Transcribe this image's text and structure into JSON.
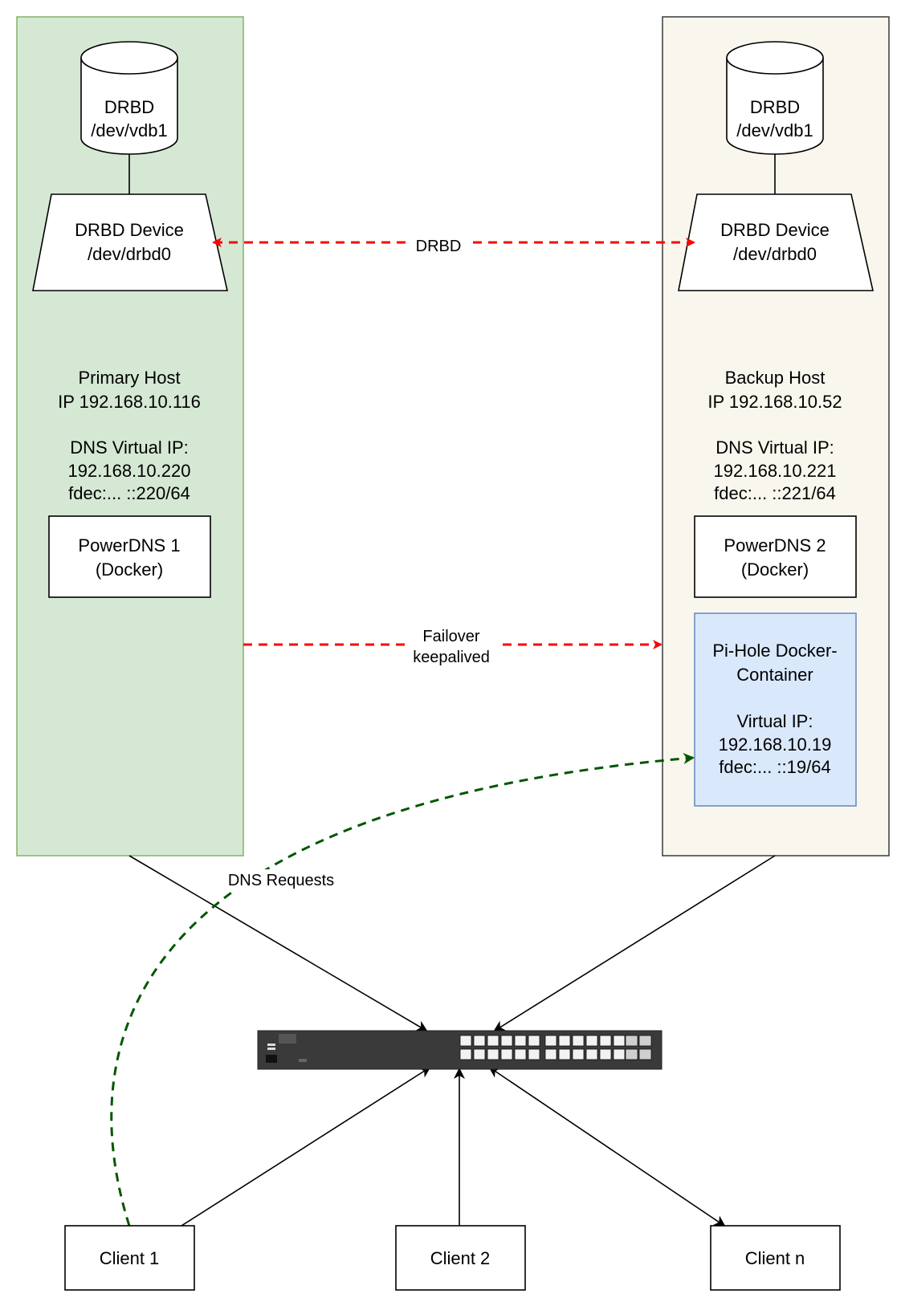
{
  "colors": {
    "primary_fill": "#d5e8d4",
    "primary_stroke": "#82b366",
    "backup_fill": "#f9f7ed",
    "backup_stroke": "#36393d",
    "pihole_fill": "#dae8fc",
    "pihole_stroke": "#6c8ebf",
    "drbd_link": "#ff0000",
    "dns_request_link": "#005700",
    "switch_body": "#3a3a3a"
  },
  "primary": {
    "disk_line1": "DRBD",
    "disk_line2": "/dev/vdb1",
    "device_line1": "DRBD Device",
    "device_line2": "/dev/drbd0",
    "host_name": "Primary Host",
    "host_ip": "IP 192.168.10.116",
    "vip_label": "DNS Virtual IP:",
    "vip_v4": "192.168.10.220",
    "vip_v6": "fdec:... ::220/64",
    "dns_line1": "PowerDNS 1",
    "dns_line2": "(Docker)"
  },
  "backup": {
    "disk_line1": "DRBD",
    "disk_line2": "/dev/vdb1",
    "device_line1": "DRBD Device",
    "device_line2": "/dev/drbd0",
    "host_name": "Backup Host",
    "host_ip": "IP 192.168.10.52",
    "vip_label": "DNS Virtual IP:",
    "vip_v4": "192.168.10.221",
    "vip_v6": "fdec:... ::221/64",
    "dns_line1": "PowerDNS 2",
    "dns_line2": "(Docker)",
    "pihole_line1": "Pi-Hole Docker-",
    "pihole_line2": "Container",
    "pihole_vip_label": "Virtual IP:",
    "pihole_vip_v4": "192.168.10.19",
    "pihole_vip_v6": "fdec:... ::19/64"
  },
  "links": {
    "drbd": "DRBD",
    "failover_line1": "Failover",
    "failover_line2": "keepalived",
    "dns_requests": "DNS Requests"
  },
  "switch": {
    "icon": "network-switch-icon"
  },
  "clients": [
    {
      "label": "Client 1"
    },
    {
      "label": "Client 2"
    },
    {
      "label": "Client n"
    }
  ]
}
